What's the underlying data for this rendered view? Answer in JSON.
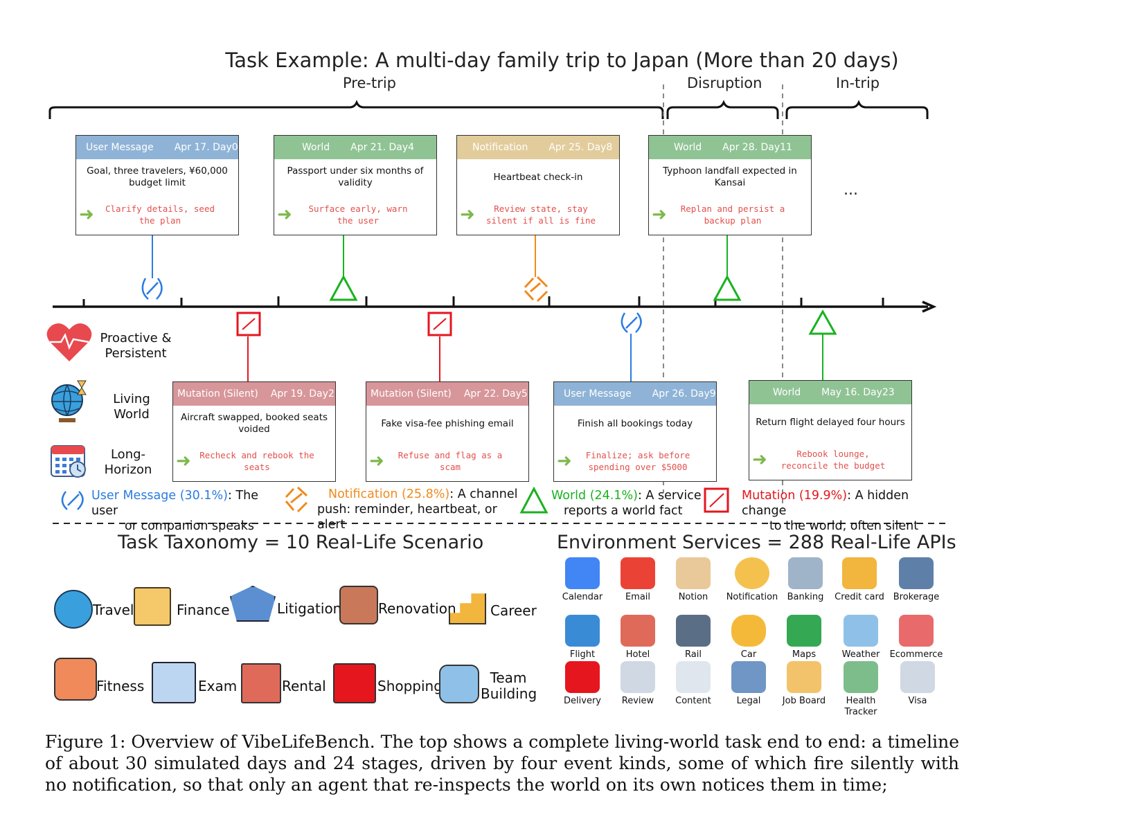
{
  "title": "Task Example: A multi-day family trip to Japan (More than 20 days)",
  "phases": [
    "Pre-trip",
    "Disruption",
    "In-trip"
  ],
  "ellipsis": "...",
  "top_cards": [
    {
      "type": "User Message",
      "date": "Apr 17. Day0",
      "body": "Goal, three travelers, ¥60,000 budget limit",
      "action": "Clarify details, seed the plan"
    },
    {
      "type": "World",
      "date": "Apr 21. Day4",
      "body": "Passport under six months of validity",
      "action": "Surface early, warn the user"
    },
    {
      "type": "Notification",
      "date": "Apr 25. Day8",
      "body": "Heartbeat check-in",
      "action": "Review state, stay silent if all is fine"
    },
    {
      "type": "World",
      "date": "Apr 28. Day11",
      "body": "Typhoon landfall expected in Kansai",
      "action": "Replan and persist a backup plan"
    }
  ],
  "bottom_cards": [
    {
      "type": "Mutation (Silent)",
      "date": "Apr 19. Day2",
      "body": "Aircraft swapped, booked seats voided",
      "action": "Recheck and rebook the seats"
    },
    {
      "type": "Mutation (Silent)",
      "date": "Apr 22. Day5",
      "body": "Fake visa-fee phishing email",
      "action": "Refuse and flag as a scam"
    },
    {
      "type": "User Message",
      "date": "Apr 26. Day9",
      "body": "Finish all bookings today",
      "action": "Finalize; ask before spending over $5000"
    },
    {
      "type": "World",
      "date": "May 16. Day23",
      "body": "Return flight delayed four hours",
      "action": "Rebook lounge, reconcile the budget"
    }
  ],
  "side_labels": [
    "Proactive & Persistent",
    "Living World",
    "Long- Horizon"
  ],
  "legend": [
    {
      "name": "User Message (30.1%)",
      "desc1": ": The user",
      "desc2": "or companion speaks",
      "color": "#2a7be0"
    },
    {
      "name": "Notification (25.8%)",
      "desc1": ": A channel",
      "desc2": "push: reminder, heartbeat, or alert",
      "color": "#f08a1c"
    },
    {
      "name": "World (24.1%)",
      "desc1": ": A service",
      "desc2": "reports a world fact",
      "color": "#19b21f"
    },
    {
      "name": "Mutation (19.9%)",
      "desc1": ": A hidden change",
      "desc2": "to the world, often silent",
      "color": "#e5161d"
    }
  ],
  "taxonomy": {
    "title": "Task Taxonomy = 10 Real-Life Scenario",
    "items": [
      "Travel",
      "Finance",
      "Litigation",
      "Renovation",
      "Career",
      "Fitness",
      "Exam",
      "Rental",
      "Shopping",
      "Team Building"
    ]
  },
  "services": {
    "title": "Environment Services = 288 Real-Life APIs",
    "items": [
      "Calendar",
      "Email",
      "Notion",
      "Notification",
      "Banking",
      "Credit card",
      "Brokerage",
      "Flight",
      "Hotel",
      "Rail",
      "Car",
      "Maps",
      "Weather",
      "Ecommerce",
      "Delivery",
      "Review",
      "Content",
      "Legal",
      "Job Board",
      "Health Tracker",
      "Visa"
    ]
  },
  "caption": "Figure 1: Overview of VibeLifeBench. The top shows a complete living-world task end to end: a timeline of about 30 simulated days and 24 stages, driven by four event kinds, some of which fire silently with no notification, so that only an agent that re-inspects the world on its own notices them in time;"
}
